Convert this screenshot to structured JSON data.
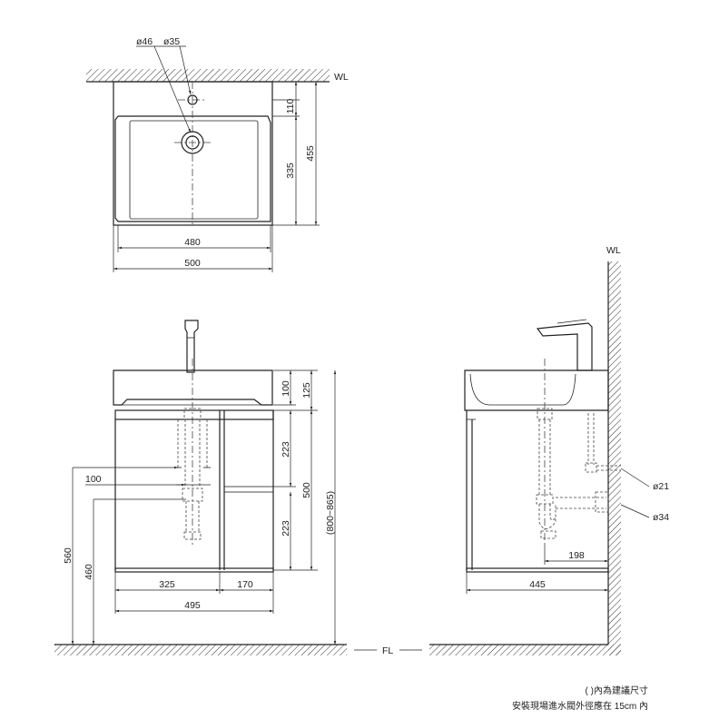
{
  "labels": {
    "wall_top": "WL",
    "wall_side": "WL",
    "floor": "FL",
    "dia_outer": "ø46",
    "dia_inner": "ø35",
    "dia_supply": "ø21",
    "dia_drain": "ø34"
  },
  "dims": {
    "d110": "110",
    "d335": "335",
    "d455": "455",
    "d480": "480",
    "d500_top": "500",
    "d100_left": "100",
    "d125": "125",
    "d223_a": "223",
    "d223_b": "223",
    "d500_side": "500",
    "d800_865": "(800~865)",
    "d100_h": "100",
    "d560": "560",
    "d460": "460",
    "d325": "325",
    "d170": "170",
    "d495": "495",
    "d198": "198",
    "d445": "445"
  },
  "notes": {
    "line1": "(      )內為建議尺寸",
    "line2": "安裝現場進水閥外徑應在 15cm 內"
  }
}
